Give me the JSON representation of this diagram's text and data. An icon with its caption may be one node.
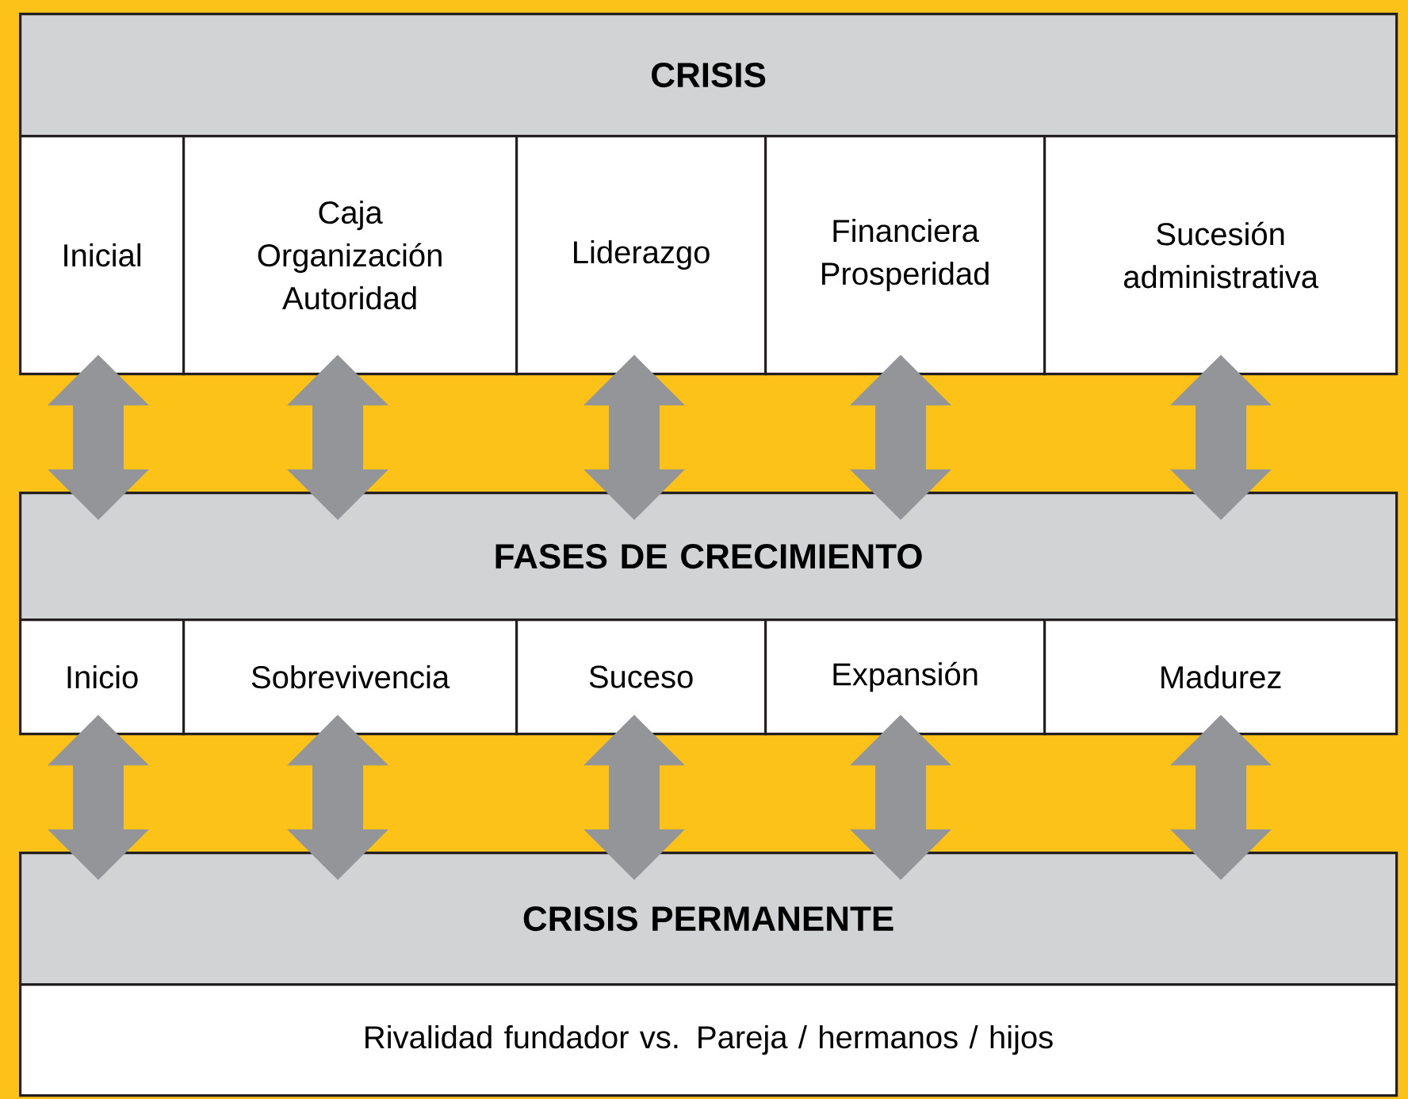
{
  "diagram": {
    "nodes": [
      {
        "text": [
          "CRISIS"
        ]
      },
      {
        "text": [
          "Inicial"
        ]
      },
      {
        "text": [
          "Caja Organización Autoridad"
        ]
      },
      {
        "text": [
          "Liderazgo"
        ]
      },
      {
        "text": [
          "Financiera Prosperidad"
        ]
      },
      {
        "text": [
          "Sucesión administrativa"
        ]
      },
      {
        "text": [
          "FASES DE CRECIMIENTO"
        ]
      },
      {
        "text": [
          "Inicio"
        ]
      },
      {
        "text": [
          "Sobrevivencia"
        ]
      },
      {
        "text": [
          "Suceso"
        ]
      },
      {
        "text": [
          "Expansión"
        ]
      },
      {
        "text": [
          "Madurez"
        ]
      },
      {
        "text": [
          "CRISIS PERMANENTE"
        ]
      },
      {
        "text": [
          "Rivalidad fundador vs. Pareja / hermanos / hijos"
        ]
      }
    ],
    "edges": [
      {
        "from": 1,
        "to": 6,
        "arrow": "both"
      },
      {
        "from": 2,
        "to": 6,
        "arrow": "both"
      },
      {
        "from": 3,
        "to": 6,
        "arrow": "both"
      },
      {
        "from": 4,
        "to": 6,
        "arrow": "both"
      },
      {
        "from": 5,
        "to": 6,
        "arrow": "both"
      },
      {
        "from": 7,
        "to": 12,
        "arrow": "both"
      },
      {
        "from": 8,
        "to": 12,
        "arrow": "both"
      },
      {
        "from": 9,
        "to": 12,
        "arrow": "both"
      },
      {
        "from": 10,
        "to": 12,
        "arrow": "both"
      },
      {
        "from": 11,
        "to": 12,
        "arrow": "both"
      }
    ]
  }
}
